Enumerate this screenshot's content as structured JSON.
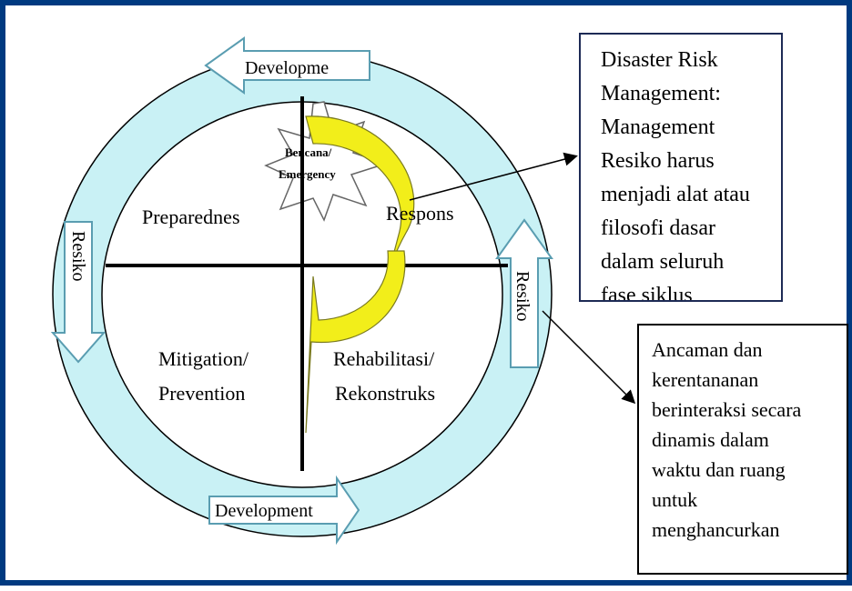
{
  "diagram": {
    "center": {
      "bencana_label": "Bencana/",
      "emergency_label": "Emergency"
    },
    "quadrants": {
      "preparedness": "Preparednes",
      "response": "Respons",
      "mitigation_line1": "Mitigation/",
      "mitigation_line2": "Prevention",
      "rehab_line1": "Rehabilitasi/",
      "rehab_line2": "Rekonstruks"
    },
    "ring_arrows": {
      "top": "Developme",
      "bottom": "Development",
      "left": "Resiko",
      "right": "Resiko"
    },
    "colors": {
      "ring_fill": "#c9f1f5",
      "curve_fill": "#f2ee1a",
      "frame_border": "#003a80"
    }
  },
  "notes": {
    "disaster_risk": {
      "lines": [
        "Disaster Risk",
        "Management:",
        "Management",
        "Resiko harus",
        "menjadi alat atau",
        "filosofi dasar",
        "dalam seluruh",
        "fase siklus"
      ]
    },
    "threat": {
      "lines": [
        "Ancaman dan",
        "kerentananan",
        "berinteraksi  secara",
        "dinamis dalam",
        "waktu dan ruang",
        "untuk",
        "menghancurkan"
      ]
    }
  }
}
